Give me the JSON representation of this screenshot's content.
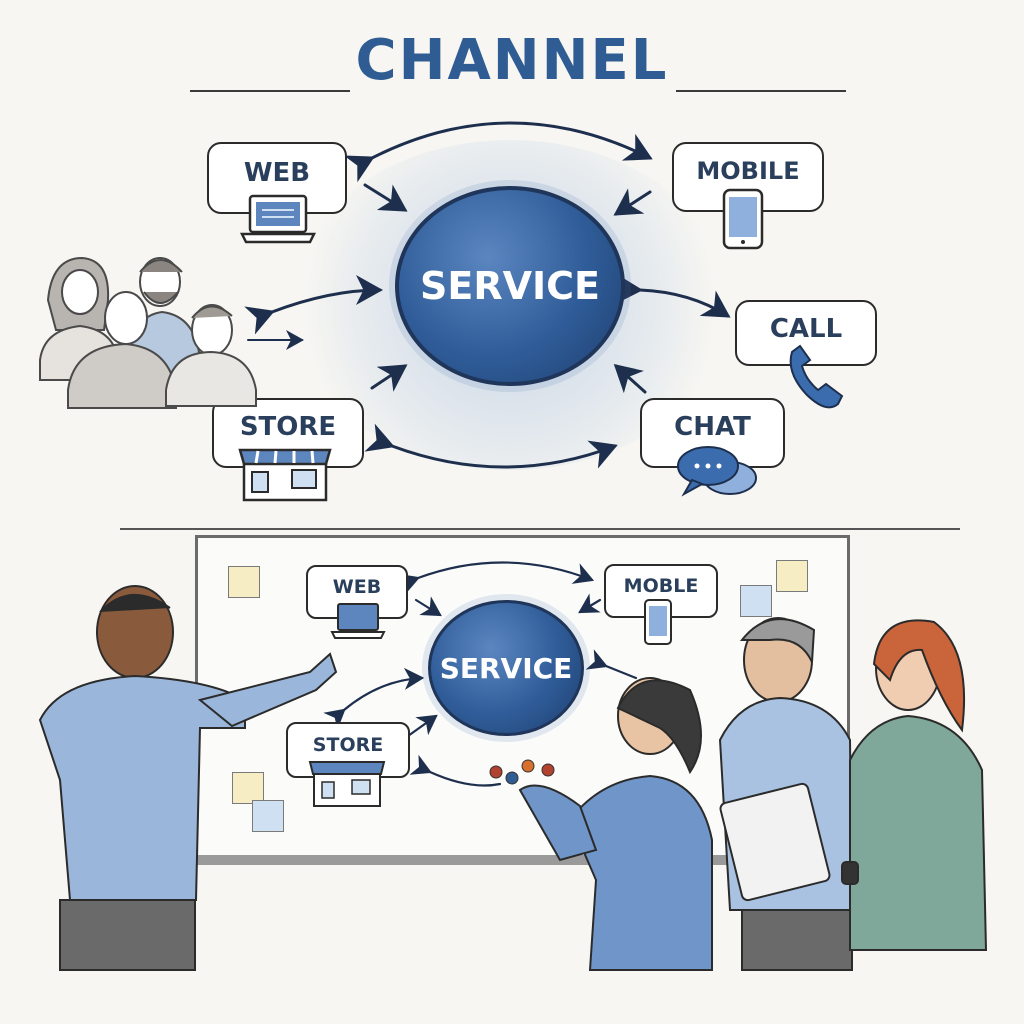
{
  "title": "CHANNEL",
  "top_diagram": {
    "hub_label": "SERVICE",
    "channels": [
      {
        "id": "web",
        "label": "WEB",
        "icon": "laptop-icon"
      },
      {
        "id": "mobile",
        "label": "MOBILE",
        "icon": "smartphone-icon"
      },
      {
        "id": "call",
        "label": "CALL",
        "icon": "phone-icon"
      },
      {
        "id": "chat",
        "label": "CHAT",
        "icon": "chat-bubble-icon"
      },
      {
        "id": "store",
        "label": "STORE",
        "icon": "storefront-icon"
      }
    ]
  },
  "whiteboard_diagram": {
    "hub_label": "SERVICE",
    "channels": [
      {
        "id": "web",
        "label": "WEB",
        "icon": "laptop-icon"
      },
      {
        "id": "mobile",
        "label": "MOBLE",
        "icon": "smartphone-icon"
      },
      {
        "id": "store",
        "label": "STORE",
        "icon": "storefront-icon"
      }
    ]
  },
  "colors": {
    "accent": "#2f5d93",
    "hub_dark": "#1f355a",
    "ink": "#2b2b2b",
    "wash": "#8fb0dc",
    "sticky_yellow": "#f6edc4",
    "sticky_blue": "#cfe0f2",
    "magnet_red": "#b0422f",
    "magnet_orange": "#d7702c",
    "magnet_blue": "#2f5d93"
  }
}
